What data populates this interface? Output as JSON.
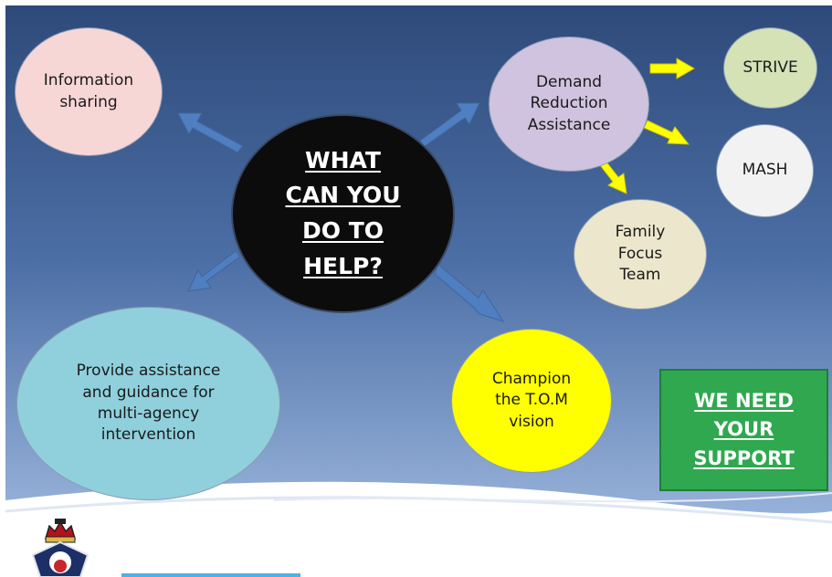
{
  "diagram": {
    "center": {
      "label": "WHAT\nCAN YOU\nDO TO\nHELP?"
    },
    "nodes": {
      "information_sharing": {
        "label": "Information\nsharing",
        "color": "#f7d6d6"
      },
      "demand_reduction": {
        "label": "Demand\nReduction\nAssistance",
        "color": "#cfc3df"
      },
      "strive": {
        "label": "STRIVE",
        "color": "#d4e2b6"
      },
      "mash": {
        "label": "MASH",
        "color": "#f2f2f2"
      },
      "family_focus": {
        "label": "Family\nFocus\nTeam",
        "color": "#ece6cc"
      },
      "provide_assistance": {
        "label": "Provide assistance\nand guidance for\nmulti-agency\nintervention",
        "color": "#8fd0dc"
      },
      "champion_tom": {
        "label": "Champion\nthe T.O.M\nvision",
        "color": "#ffff00"
      }
    },
    "banner": {
      "label": "WE NEED\nYOUR\nSUPPORT",
      "color": "#2fa84f"
    },
    "colors": {
      "background_top": "#2e4a7a",
      "background_bottom": "#a9c2e6",
      "blue_arrow": "#4f7fc0",
      "yellow_arrow": "#ffff00"
    }
  }
}
